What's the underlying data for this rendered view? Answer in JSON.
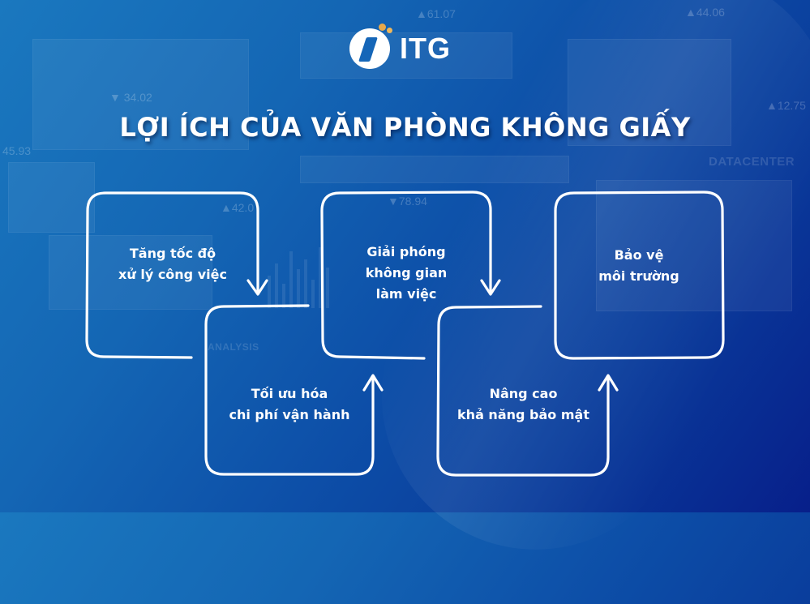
{
  "brand": {
    "logo_text": "ITG",
    "colors": {
      "background_start": "#1a78bf",
      "background_end": "#071f8a",
      "logo_dot": "#e9a94a",
      "stroke": "#ffffff"
    }
  },
  "title": "LỢI ÍCH CỦA VĂN PHÒNG KHÔNG GIẤY",
  "steps": [
    {
      "line1": "Tăng tốc độ",
      "line2": "xử lý công việc",
      "line3": ""
    },
    {
      "line1": "Tối ưu hóa",
      "line2": "chi phí vận hành",
      "line3": ""
    },
    {
      "line1": "Giải phóng",
      "line2": "không gian",
      "line3": "làm việc"
    },
    {
      "line1": "Nâng cao",
      "line2": "khả năng bảo mật",
      "line3": ""
    },
    {
      "line1": "Bảo vệ",
      "line2": "môi trường",
      "line3": ""
    }
  ],
  "background_decor": {
    "numbers": [
      "▲61.07",
      "▲44.06",
      "▲12.75",
      "45.93",
      "▼ 34.02",
      "▲42.0",
      "▼78.94"
    ],
    "words": [
      "DATACENTER",
      "ANALYSIS"
    ]
  }
}
